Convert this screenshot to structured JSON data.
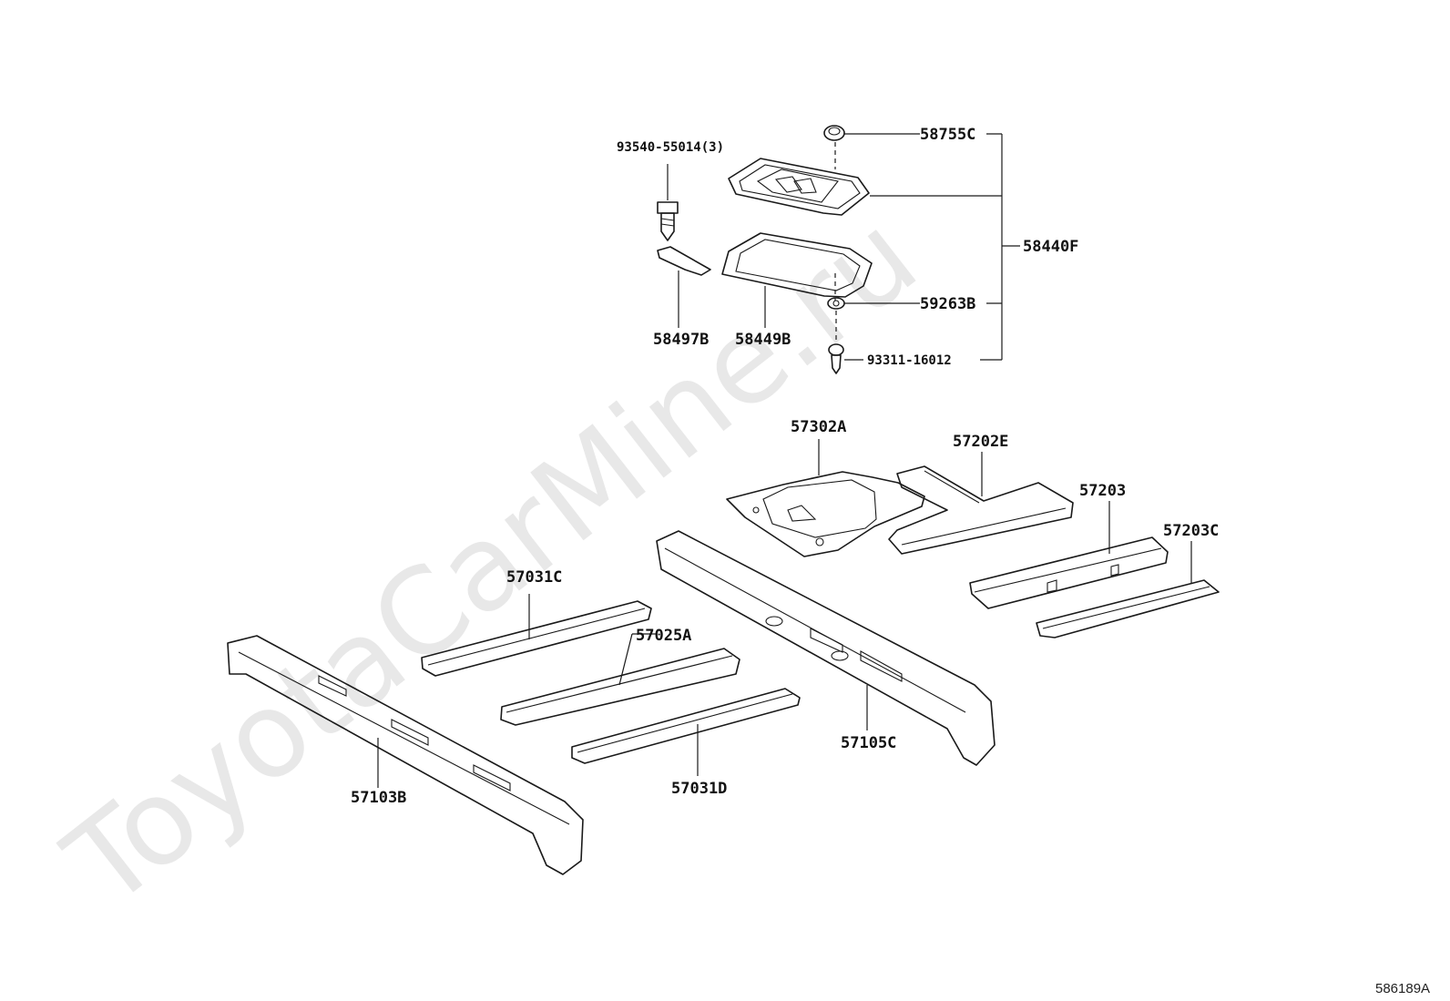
{
  "watermark": "ToyotaCarMine.ru",
  "diagram_ref": "586189A",
  "labels": {
    "p58755c": "58755C",
    "p93540": "93540-55014(3)",
    "p58440f": "58440F",
    "p59263b": "59263B",
    "p93311": "93311-16012",
    "p58497b": "58497B",
    "p58449b": "58449B",
    "p57302a": "57302A",
    "p57202e": "57202E",
    "p57203": "57203",
    "p57203c": "57203C",
    "p57031c": "57031C",
    "p57025a": "57025A",
    "p57105c": "57105C",
    "p57031d": "57031D",
    "p57103b": "57103B"
  }
}
